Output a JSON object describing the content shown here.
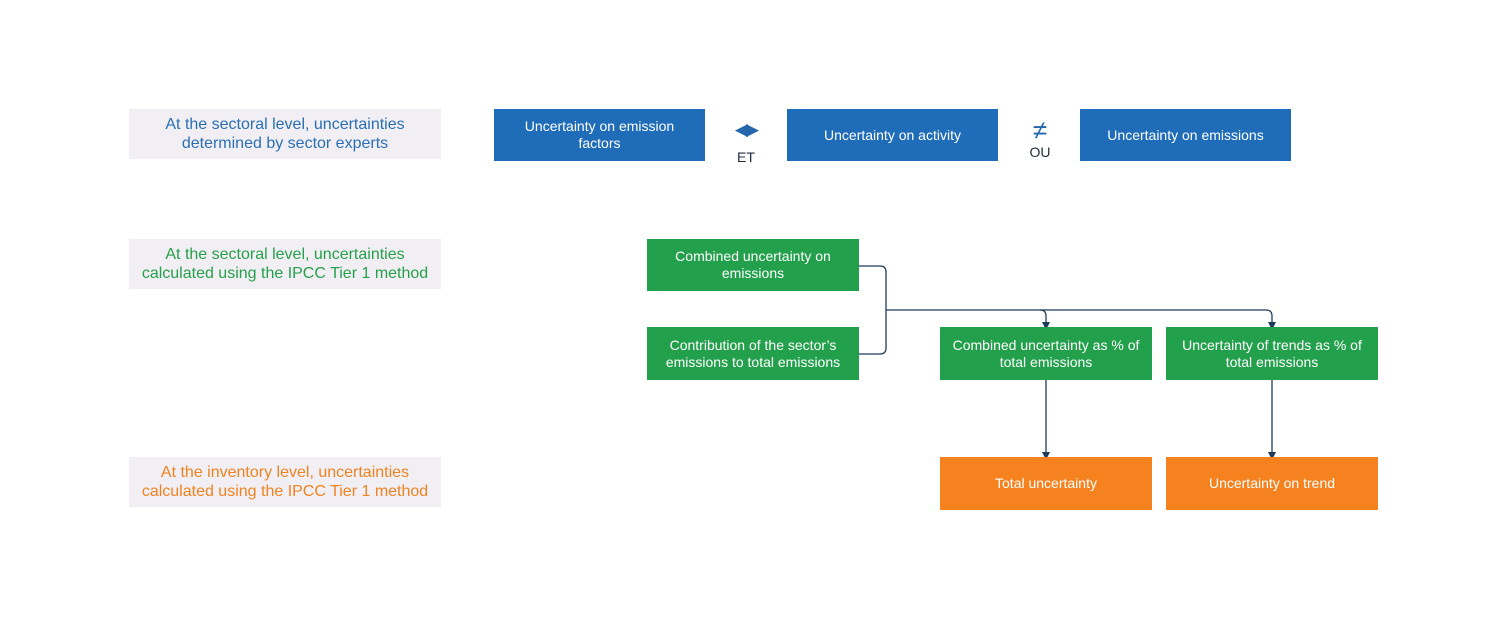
{
  "rows": {
    "expert": {
      "label": "At the sectoral level, uncertainties determined by sector experts",
      "color": "#2a6fb6"
    },
    "tier1_sector": {
      "label": "At the sectoral level, uncertainties calculated using the IPCC Tier 1 method",
      "color": "#27a04c"
    },
    "tier1_inventory": {
      "label": "At the inventory level, uncertainties calculated using the IPCC Tier 1 method",
      "color": "#f08321"
    }
  },
  "boxes": {
    "emission_factors": "Uncertainty on emission factors",
    "activity": "Uncertainty on activity",
    "emissions": "Uncertainty on emissions",
    "combined_emissions": "Combined uncertainty on emissions",
    "contribution": "Contribution of the sector’s emissions to total emissions",
    "combined_percent": "Combined uncertainty as % of total emissions",
    "trends_percent": "Uncertainty of trends as % of total emissions",
    "total_uncertainty": "Total uncertainty",
    "uncertainty_trend": "Uncertainty on trend"
  },
  "operators": {
    "et": {
      "symbol": "◀▶",
      "caption": "ET",
      "icon": "double-arrow-icon"
    },
    "ou": {
      "symbol": "≠",
      "caption": "OU",
      "icon": "not-equal-icon"
    }
  },
  "colors": {
    "blue": "#1f6db8",
    "green": "#22a04b",
    "orange": "#f5821f",
    "connector": "#1f3b5c"
  }
}
